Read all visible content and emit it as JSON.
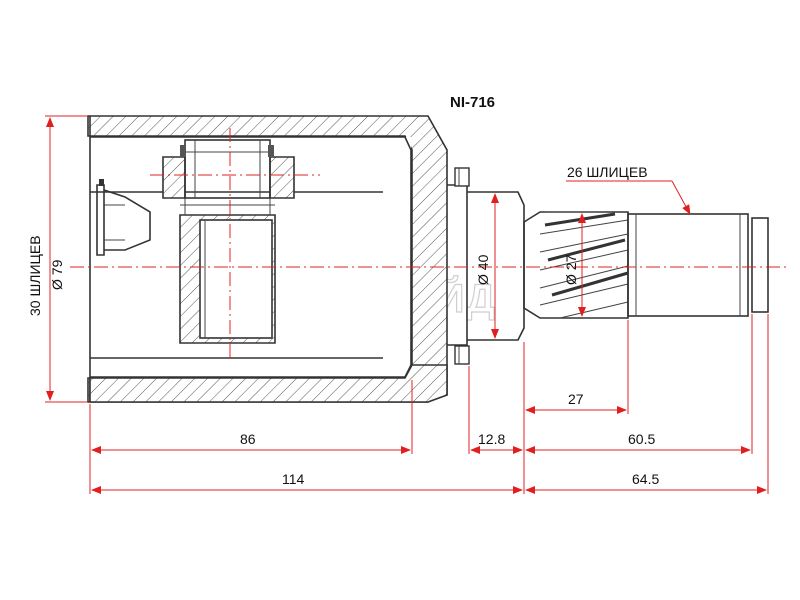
{
  "title": "NI-716",
  "labels": {
    "outer_splines": "30 ШЛИЦЕВ",
    "outer_diameter": "Ø 79",
    "shaft_splines": "26 ШЛИЦЕВ",
    "diameter_40": "Ø 40",
    "diameter_27": "Ø 27"
  },
  "dimensions": {
    "d86": "86",
    "d12_8": "12.8",
    "d60_5": "60.5",
    "d27": "27",
    "d114": "114",
    "d64_5": "64.5"
  },
  "watermark": "АВТОТРЕЙД",
  "colors": {
    "dimension": "#e02020",
    "outline": "#333333"
  }
}
